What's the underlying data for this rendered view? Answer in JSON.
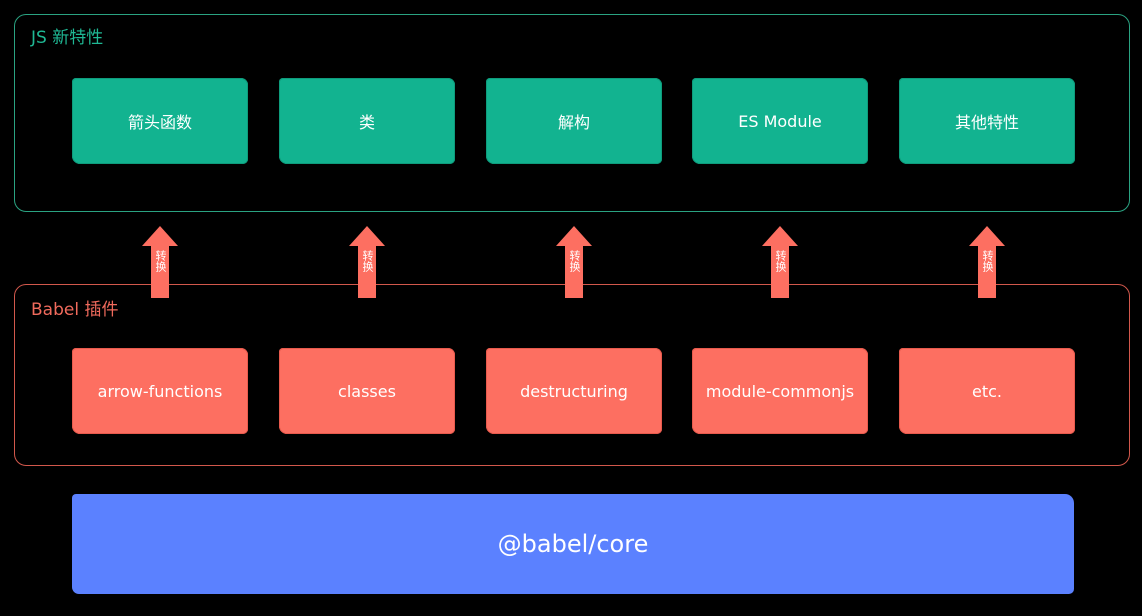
{
  "js_group": {
    "title": "JS 新特性",
    "items": [
      "箭头函数",
      "类",
      "解构",
      "ES Module",
      "其他特性"
    ]
  },
  "babel_group": {
    "title": "Babel 插件",
    "items": [
      "arrow-functions",
      "classes",
      "destructuring",
      "module-commonjs",
      "etc."
    ]
  },
  "arrows": {
    "label": "转换"
  },
  "core": {
    "label": "@babel/core"
  },
  "colors": {
    "feature_fill": "#12b390",
    "plugin_fill": "#fd6f61",
    "core_fill": "#5b81ff",
    "arrow_fill": "#fd6f61",
    "js_border": "#2aa382",
    "babel_border": "#d2584c"
  }
}
